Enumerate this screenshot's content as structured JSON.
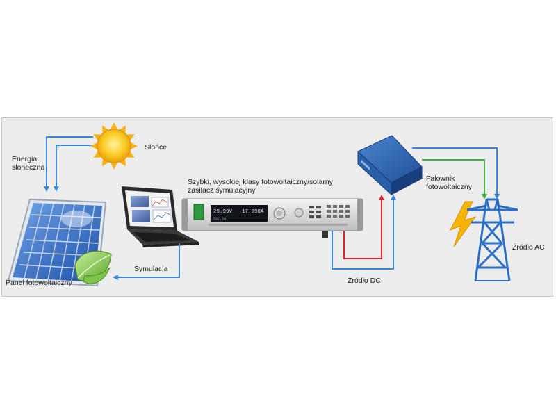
{
  "labels": {
    "sun": "Słońce",
    "solar_energy": [
      "Energia",
      "słoneczna"
    ],
    "pv_panel": "Panel fotowoltaiczny",
    "simulation": "Symulacja",
    "simulator": [
      "Szybki, wysokiej klasy fotowoltaiczny/solarny",
      "zasilacz symulacyjny"
    ],
    "inverter": [
      "Falownik",
      "fotowoltaiczny"
    ],
    "dc_source": "Źródło DC",
    "ac_source": "Źródło AC"
  },
  "device_display": {
    "voltage": "29.99V",
    "current": "17.998A",
    "small_reading": "537.2W"
  },
  "colors": {
    "panel_bg": "#ededed",
    "arrow_blue": "#3d86d6",
    "arrow_red": "#e0242c",
    "arrow_green": "#3fae3f",
    "tower_blue": "#2a6fc9",
    "sun_yellow": "#f7c21a",
    "lightning": "#f5b400",
    "inverter_blue": "#23579e"
  },
  "icons": [
    "sun-icon",
    "solar-panel-icon",
    "leaf-icon",
    "laptop-icon",
    "power-supply-icon",
    "inverter-icon",
    "transmission-tower-icon",
    "lightning-icon"
  ]
}
